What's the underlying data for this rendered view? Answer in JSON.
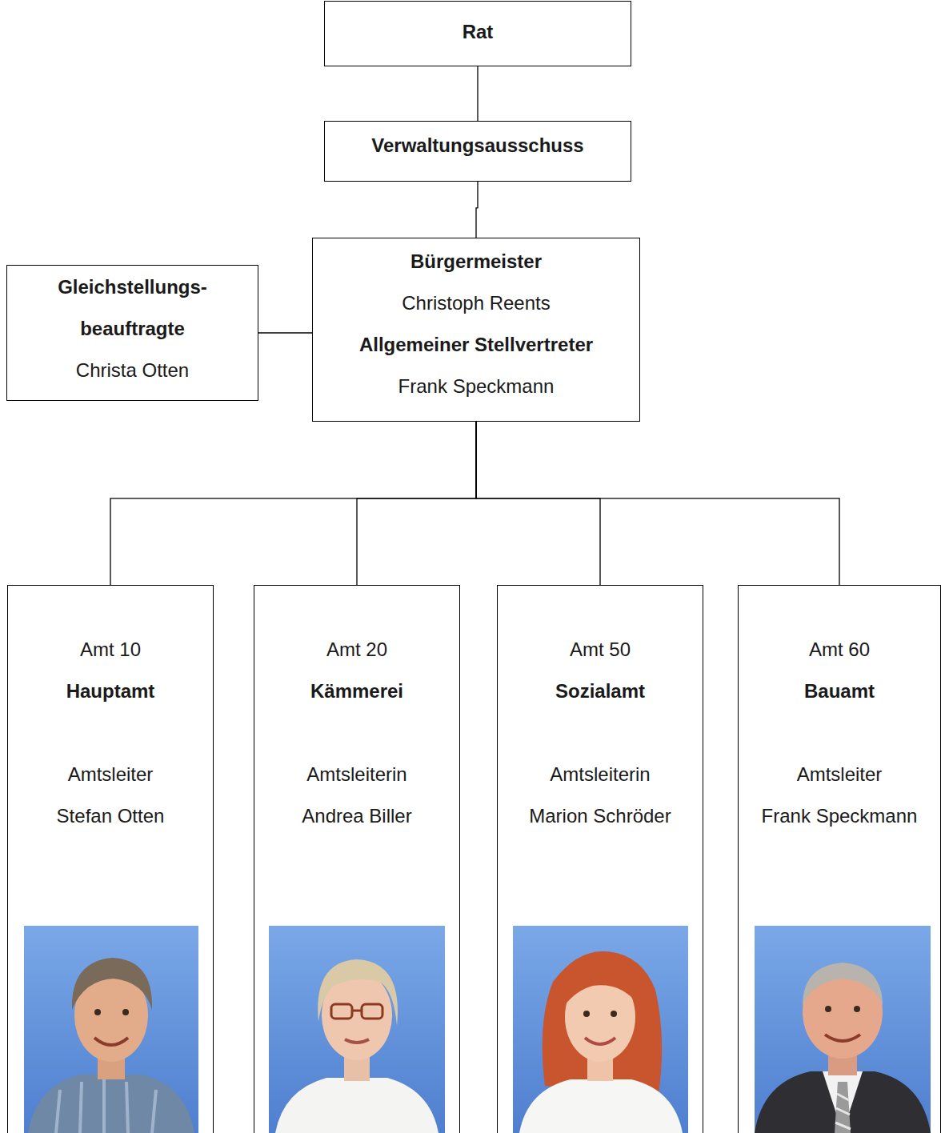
{
  "diagram": {
    "nodes": [
      {
        "text": [
          "Rat"
        ]
      },
      {
        "text": [
          "Verwaltungsausschuss"
        ]
      },
      {
        "text": [
          "Gleichstellungs- beauftragte",
          "Christa Otten"
        ]
      },
      {
        "text": [
          "Bürgermeister",
          "Christoph Reents",
          "Allgemeiner Stellvertreter",
          "Frank Speckmann"
        ]
      },
      {
        "text": [
          "Amt 10",
          "Hauptamt",
          "Amtsleiter",
          "Stefan Otten"
        ]
      },
      {
        "text": [
          "Amt 20",
          "Kämmerei",
          "Amtsleiterin",
          "Andrea Biller"
        ]
      },
      {
        "text": [
          "Amt 50",
          "Sozialamt",
          "Amtsleiterin",
          "Marion Schröder"
        ]
      },
      {
        "text": [
          "Amt 60",
          "Bauamt",
          "Amtsleiter",
          "Frank Speckmann"
        ]
      }
    ],
    "edges": [
      {
        "from": 0,
        "to": 1,
        "arrow": "none"
      },
      {
        "from": 1,
        "to": 3,
        "arrow": "none"
      },
      {
        "from": 2,
        "to": 3,
        "arrow": "none"
      },
      {
        "from": 3,
        "to": 4,
        "arrow": "none"
      },
      {
        "from": 3,
        "to": 5,
        "arrow": "none"
      },
      {
        "from": 3,
        "to": 6,
        "arrow": "none"
      },
      {
        "from": 3,
        "to": 7,
        "arrow": "none"
      }
    ]
  }
}
